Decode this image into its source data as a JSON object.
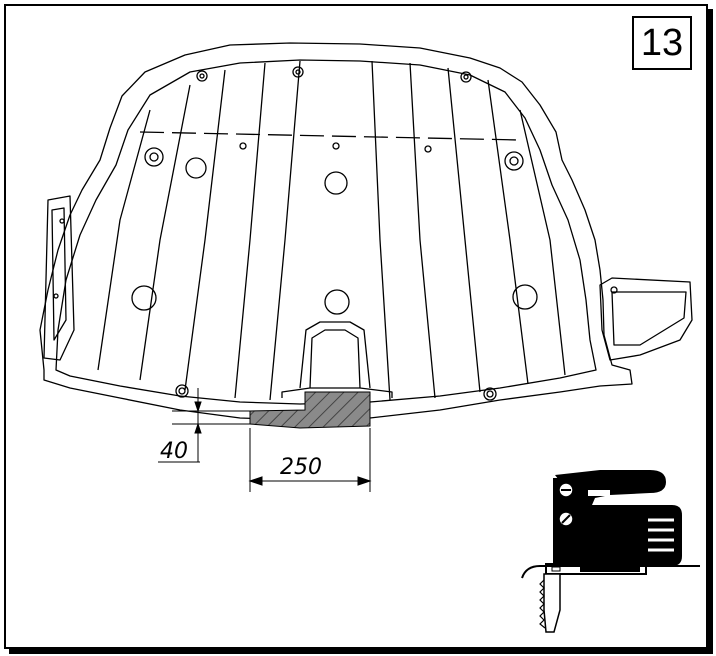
{
  "step": {
    "number": "13"
  },
  "dimensions": {
    "cut_depth": "40",
    "cut_width": "250"
  },
  "colors": {
    "line": "#000000",
    "cut_zone_fill": "#8a8a8a",
    "background": "#ffffff"
  },
  "icons": {
    "tool": "jigsaw-icon"
  }
}
